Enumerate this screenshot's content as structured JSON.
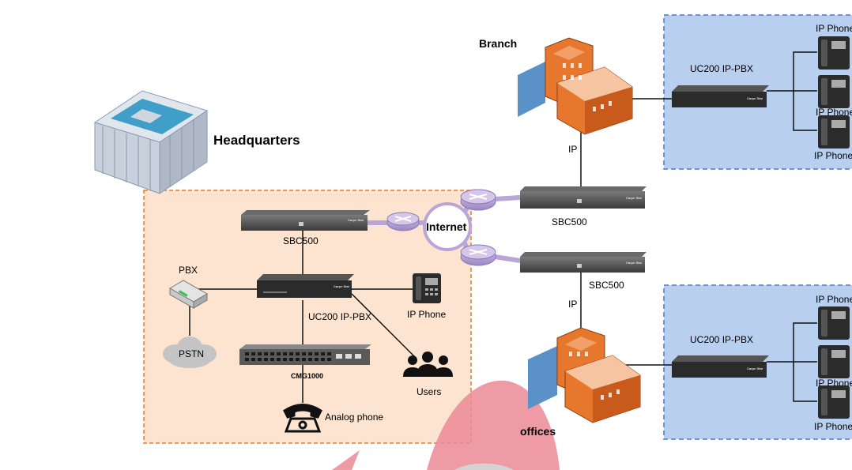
{
  "labels": {
    "headquarters": "Headquarters",
    "branch": "Branch",
    "offices": "offices",
    "internet": "Internet",
    "sbc_hq": "SBC500",
    "sbc_branch": "SBC500",
    "sbc_offices": "SBC500",
    "uc200_hq": "UC200 IP-PBX",
    "uc200_branch": "UC200 IP-PBX",
    "uc200_offices": "UC200 IP-PBX",
    "pbx": "PBX",
    "pstn": "PSTN",
    "cmg1000": "CMG1000",
    "analog_phone": "Analog phone",
    "ip_phone_hq": "IP Phone",
    "users": "Users",
    "ip_branch": "IP",
    "ip_offices": "IP",
    "branch_phone_1": "IP Phone",
    "branch_phone_2": "IP Phone",
    "branch_phone_3": "IP Phone",
    "offices_phone_1": "IP Phone",
    "offices_phone_2": "IP Phone",
    "offices_phone_3": "IP Phone",
    "brand": "Carpe Star"
  },
  "colors": {
    "hq_zone_fill": "#fce4d0",
    "hq_zone_border": "#e87a2a",
    "remote_zone_fill": "#b8cff0",
    "remote_zone_border": "#4a78c8",
    "router": "#b9a6d8",
    "device": "#2b2b2b",
    "building_orange": "#e8772e"
  }
}
